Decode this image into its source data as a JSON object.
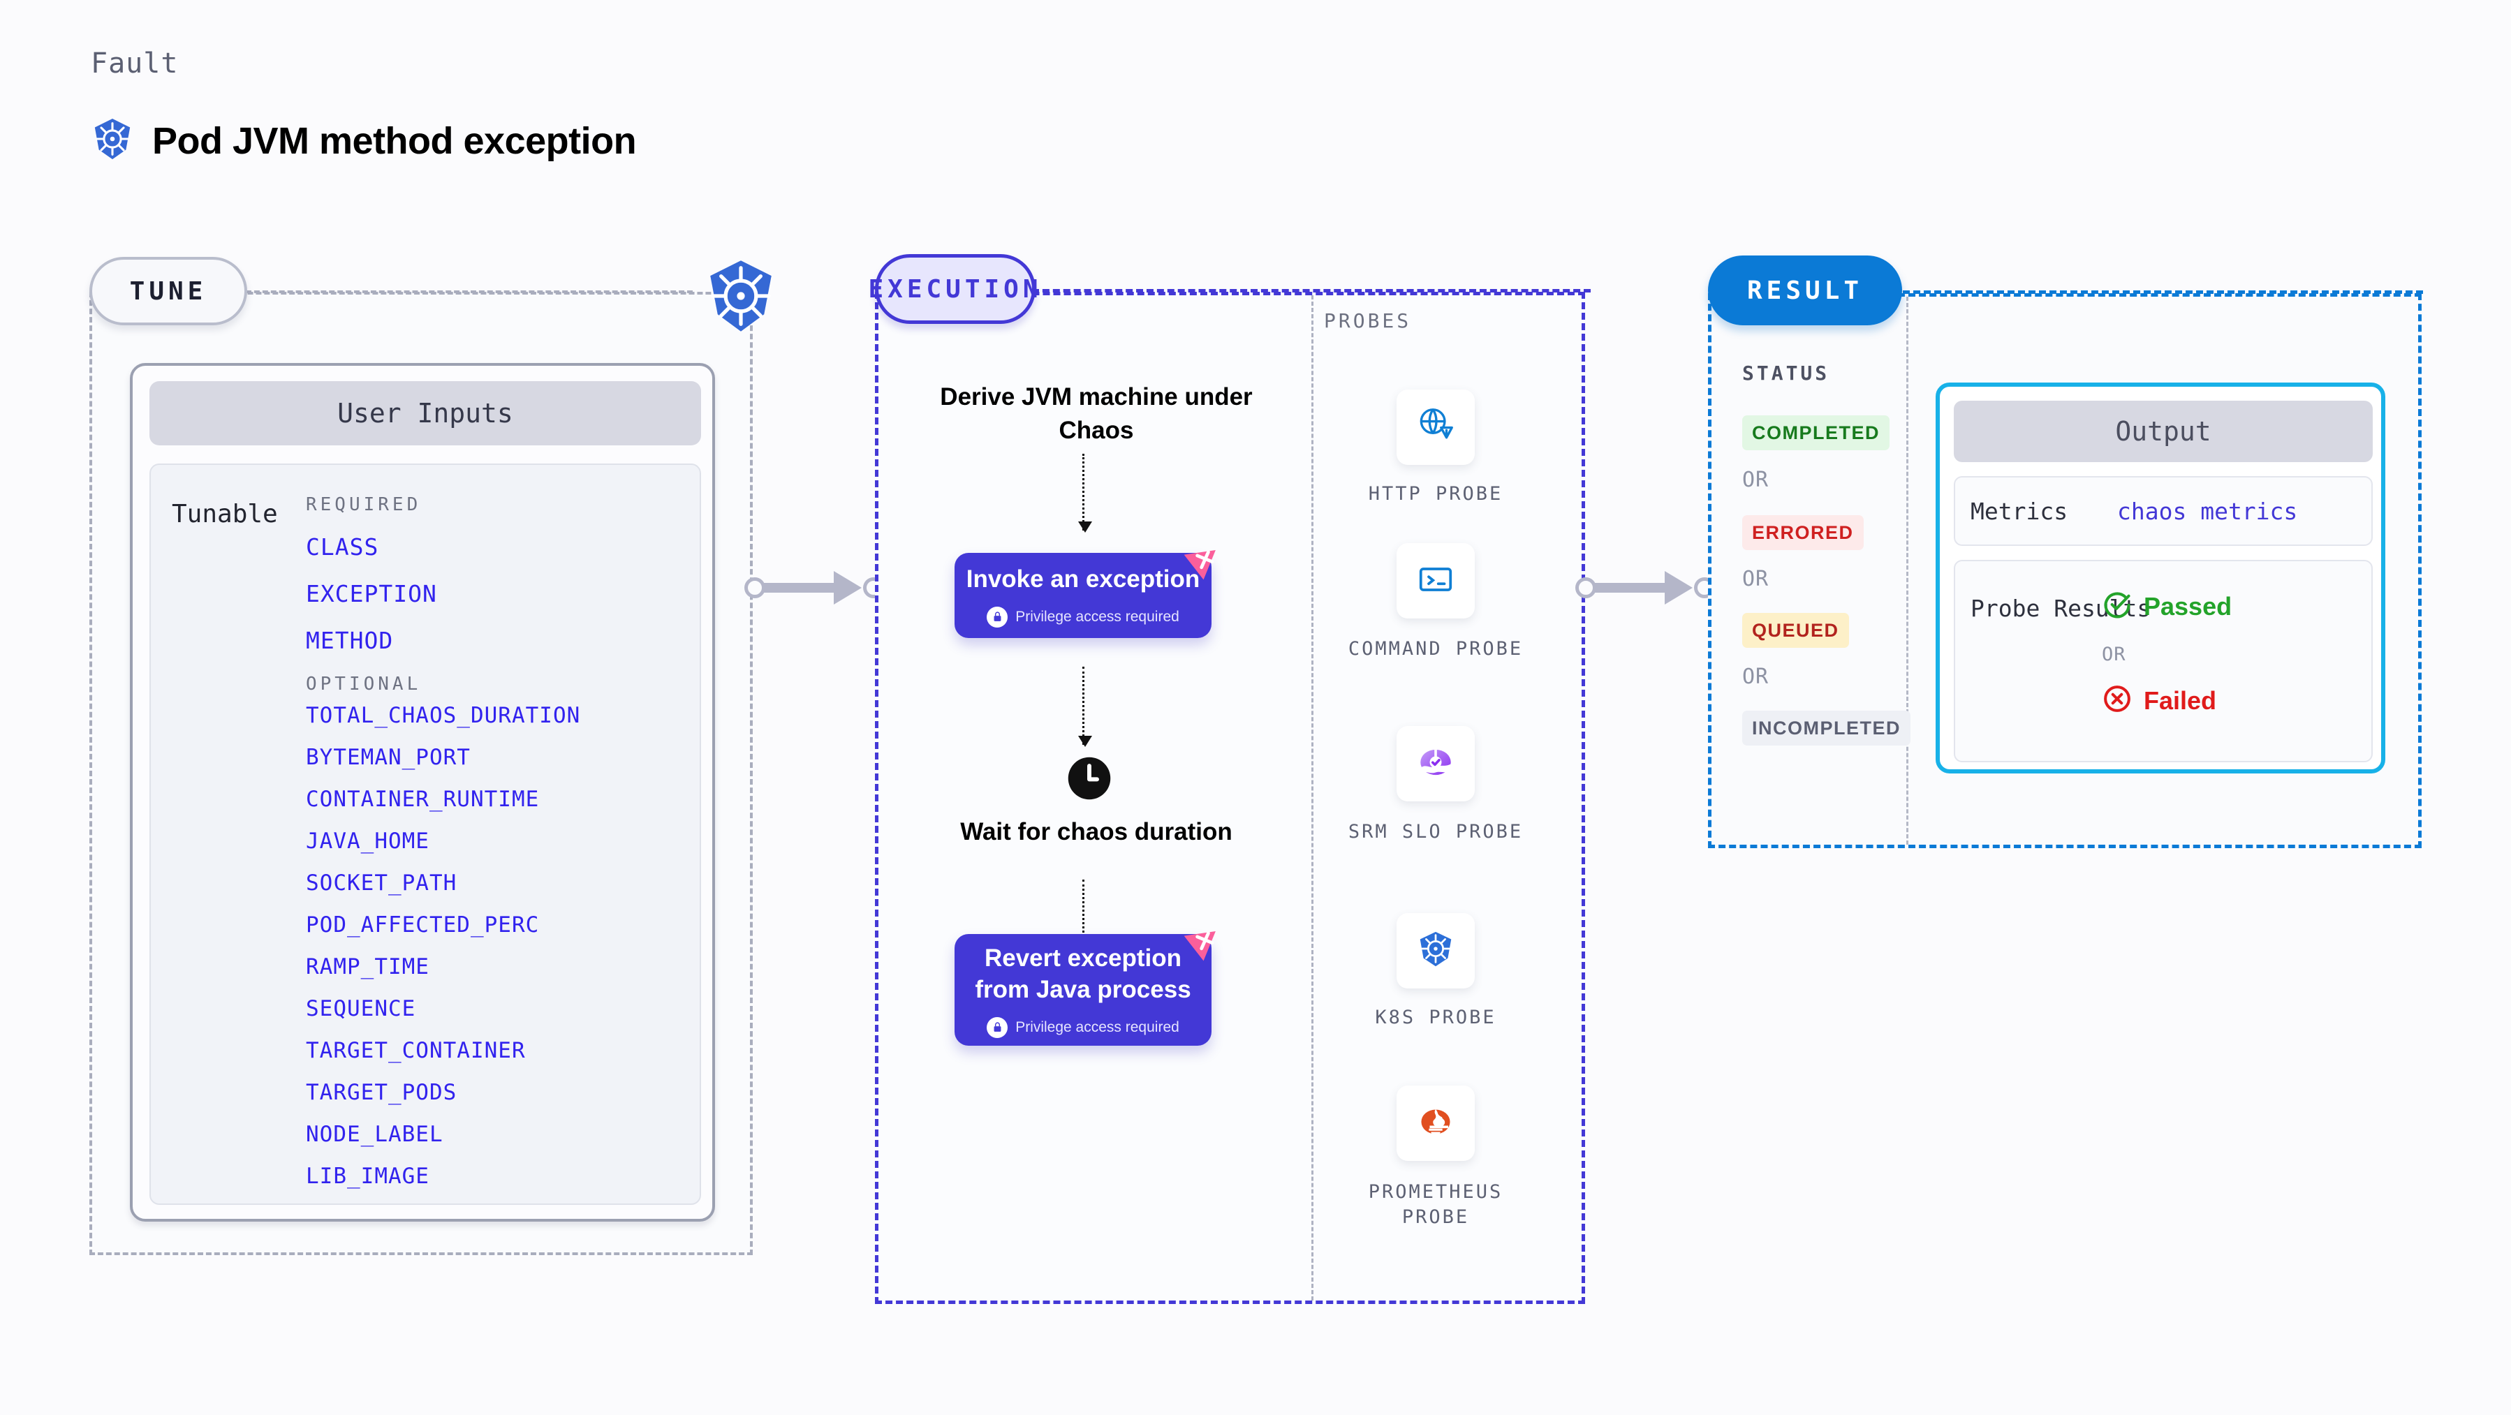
{
  "header": {
    "eyebrow": "Fault",
    "title": "Pod JVM method exception",
    "icon": "kubernetes-icon"
  },
  "tune": {
    "pill_label": "TUNE",
    "badge_icon": "kubernetes-icon",
    "card_header": "User Inputs",
    "tunable_label": "Tunable",
    "required_heading": "REQUIRED",
    "required": [
      "CLASS",
      "EXCEPTION",
      "METHOD"
    ],
    "optional_heading": "OPTIONAL",
    "optional": [
      "TOTAL_CHAOS_DURATION",
      "BYTEMAN_PORT",
      "CONTAINER_RUNTIME",
      "JAVA_HOME",
      "SOCKET_PATH",
      "POD_AFFECTED_PERC",
      "RAMP_TIME",
      "SEQUENCE",
      "TARGET_CONTAINER",
      "TARGET_PODS",
      "NODE_LABEL",
      "LIB_IMAGE"
    ],
    "accent": "#3122ee"
  },
  "execution": {
    "pill_label": "EXECUTION",
    "step_derive": "Derive JVM machine under Chaos",
    "card_invoke": {
      "title": "Invoke an exception",
      "privilege_note": "Privilege access required",
      "lock_icon": "lock-icon",
      "badge_icon": "litmus-chaos-icon"
    },
    "wait_step": {
      "icon": "clock-icon",
      "label": "Wait for chaos duration"
    },
    "card_revert": {
      "title": "Revert exception from Java process",
      "privilege_note": "Privilege access required",
      "lock_icon": "lock-icon",
      "badge_icon": "litmus-chaos-icon"
    },
    "accent": "#4338d6"
  },
  "probes": {
    "section_label": "PROBES",
    "items": [
      {
        "label": "HTTP PROBE",
        "icon": "globe-warning-icon"
      },
      {
        "label": "COMMAND PROBE",
        "icon": "terminal-icon"
      },
      {
        "label": "SRM SLO PROBE",
        "icon": "srm-slo-icon"
      },
      {
        "label": "K8S PROBE",
        "icon": "kubernetes-icon"
      },
      {
        "label": "PROMETHEUS PROBE",
        "icon": "prometheus-icon"
      }
    ]
  },
  "result": {
    "pill_label": "RESULT",
    "status_label": "STATUS",
    "or_label": "OR",
    "statuses": [
      {
        "label": "COMPLETED",
        "text_color": "#177a1d",
        "bg_color": "#e2f7e4"
      },
      {
        "label": "ERRORED",
        "text_color": "#cf2020",
        "bg_color": "#fdeaea"
      },
      {
        "label": "QUEUED",
        "text_color": "#b2231e",
        "bg_color": "#fdf0c8"
      },
      {
        "label": "INCOMPLETED",
        "text_color": "#5b5f72",
        "bg_color": "#eef0f5"
      }
    ],
    "output": {
      "header": "Output",
      "metrics_key": "Metrics",
      "metrics_value": "chaos metrics",
      "probe_results_key": "Probe Results",
      "passed_label": "Passed",
      "passed_icon": "check-circle-icon",
      "passed_color": "#23a32a",
      "or_label": "OR",
      "failed_label": "Failed",
      "failed_icon": "x-circle-icon",
      "failed_color": "#e01b1b",
      "border_color": "#17b1e8"
    },
    "accent": "#0b7ad6"
  },
  "connectors": [
    {
      "name": "tune-to-execution"
    },
    {
      "name": "execution-to-result"
    }
  ]
}
